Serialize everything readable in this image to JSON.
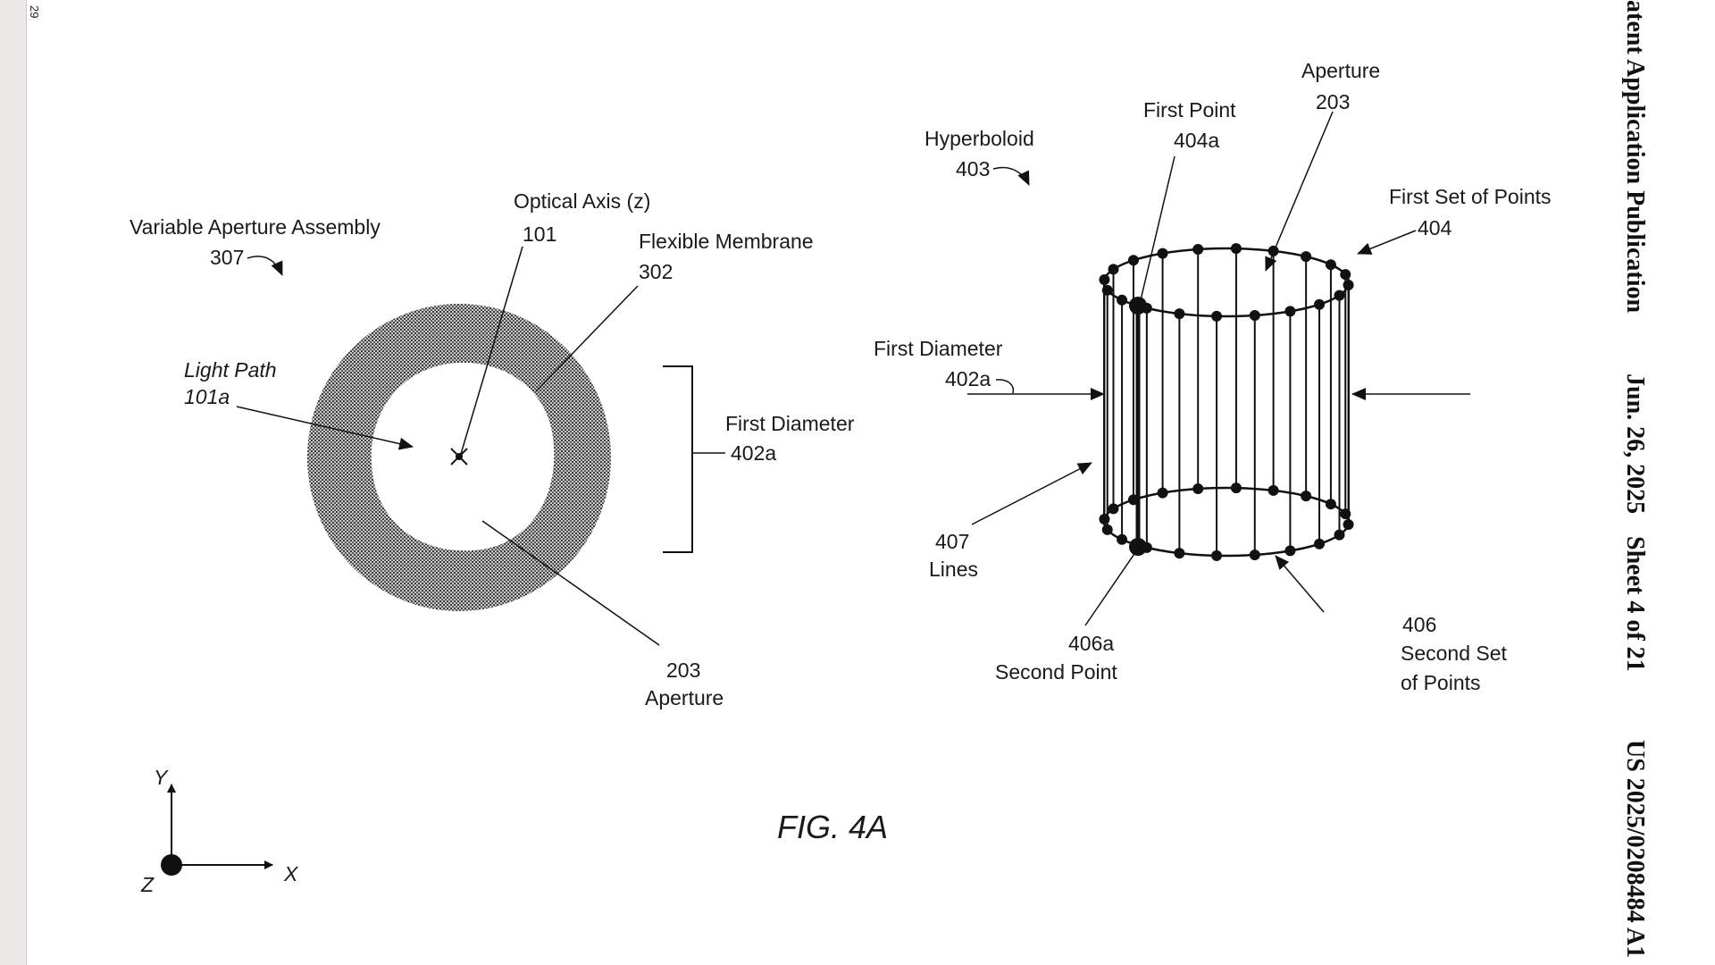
{
  "page": {
    "sheet_number_margin": "29",
    "header": {
      "publication": "atent Application Publication",
      "date": "Jun. 26, 2025",
      "sheet": "Sheet 4 of 21",
      "pub_number": "US 2025/0208484 A1"
    },
    "figure_label": "FIG. 4A"
  },
  "left_diagram": {
    "assembly_label": "Variable Aperture Assembly",
    "assembly_ref": "307",
    "optical_axis_label": "Optical Axis (z)",
    "optical_axis_ref": "101",
    "membrane_label": "Flexible Membrane",
    "membrane_ref": "302",
    "light_path_label": "Light Path",
    "light_path_ref": "101a",
    "diameter_label": "First Diameter",
    "diameter_ref": "402a",
    "aperture_ref": "203",
    "aperture_label": "Aperture"
  },
  "axes": {
    "y": "Y",
    "x": "X",
    "z": "Z"
  },
  "right_diagram": {
    "hyperboloid_label": "Hyperboloid",
    "hyperboloid_ref": "403",
    "first_point_label": "First Point",
    "first_point_ref": "404a",
    "aperture_label": "Aperture",
    "aperture_ref": "203",
    "first_set_label": "First Set of Points",
    "first_set_ref": "404",
    "diameter_label": "First Diameter",
    "diameter_ref": "402a",
    "lines_ref": "407",
    "lines_label": "Lines",
    "second_point_ref": "406a",
    "second_point_label": "Second Point",
    "second_set_ref": "406",
    "second_set_label_1": "Second Set",
    "second_set_label_2": "of Points"
  }
}
